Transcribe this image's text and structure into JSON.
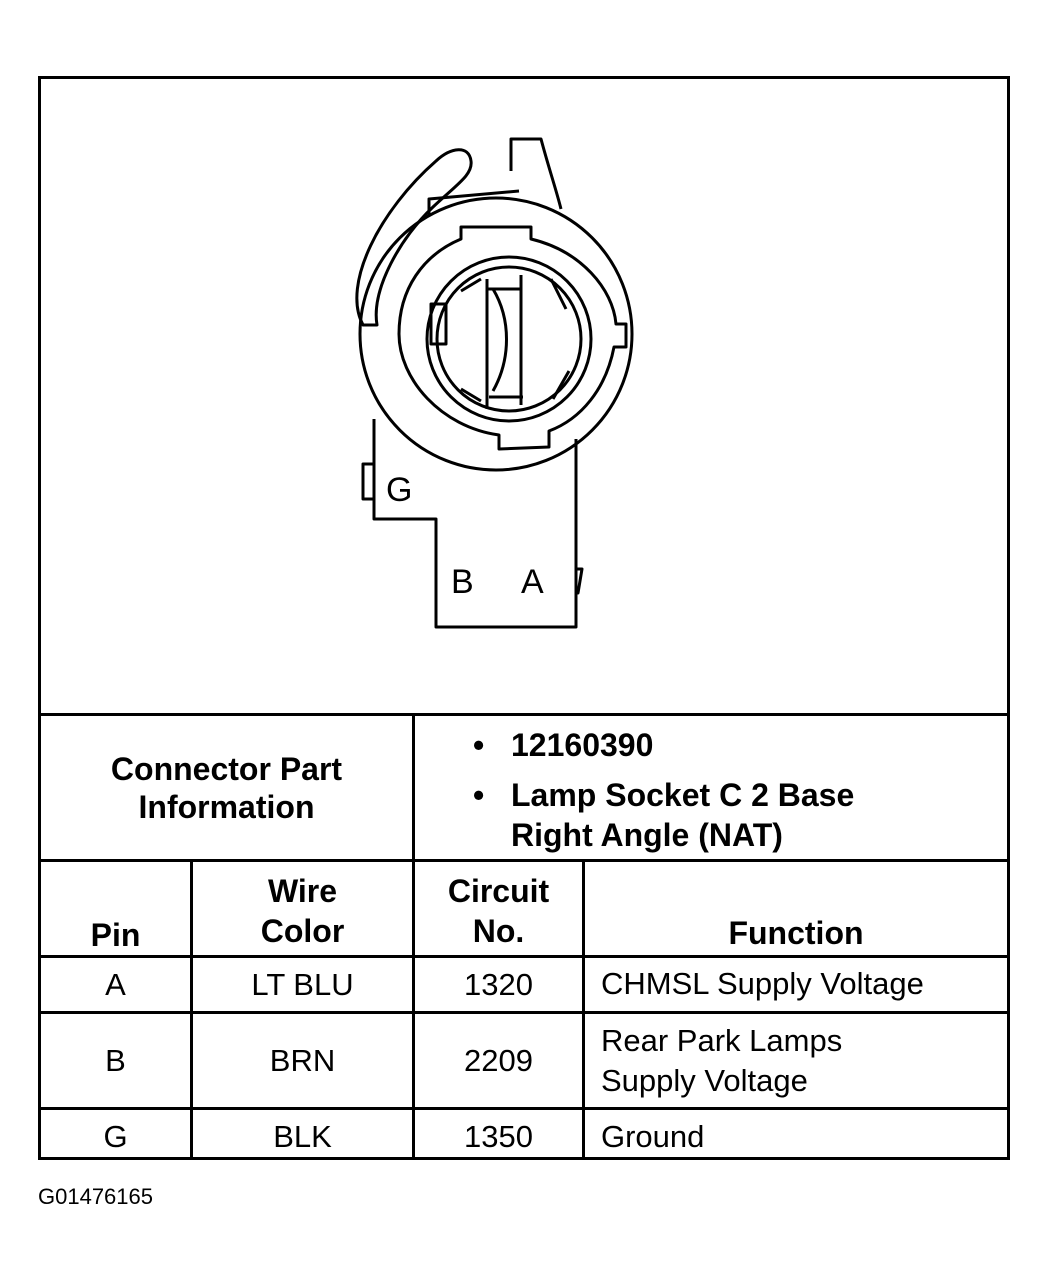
{
  "diagram": {
    "pin_labels": {
      "g": "G",
      "b": "B",
      "a": "A"
    }
  },
  "connector_info": {
    "label_line1": "Connector Part",
    "label_line2": "Information",
    "part_number": "12160390",
    "description_line1": "Lamp Socket C 2 Base",
    "description_line2": "Right Angle (NAT)"
  },
  "table": {
    "headers": {
      "pin": "Pin",
      "wire_line1": "Wire",
      "wire_line2": "Color",
      "circuit_line1": "Circuit",
      "circuit_line2": "No.",
      "function": "Function"
    },
    "rows": [
      {
        "pin": "A",
        "wire": "LT BLU",
        "circuit": "1320",
        "function_line1": "CHMSL Supply Voltage",
        "function_line2": ""
      },
      {
        "pin": "B",
        "wire": "BRN",
        "circuit": "2209",
        "function_line1": "Rear Park Lamps",
        "function_line2": "Supply Voltage"
      },
      {
        "pin": "G",
        "wire": "BLK",
        "circuit": "1350",
        "function_line1": "Ground",
        "function_line2": ""
      }
    ]
  },
  "caption": "G01476165"
}
